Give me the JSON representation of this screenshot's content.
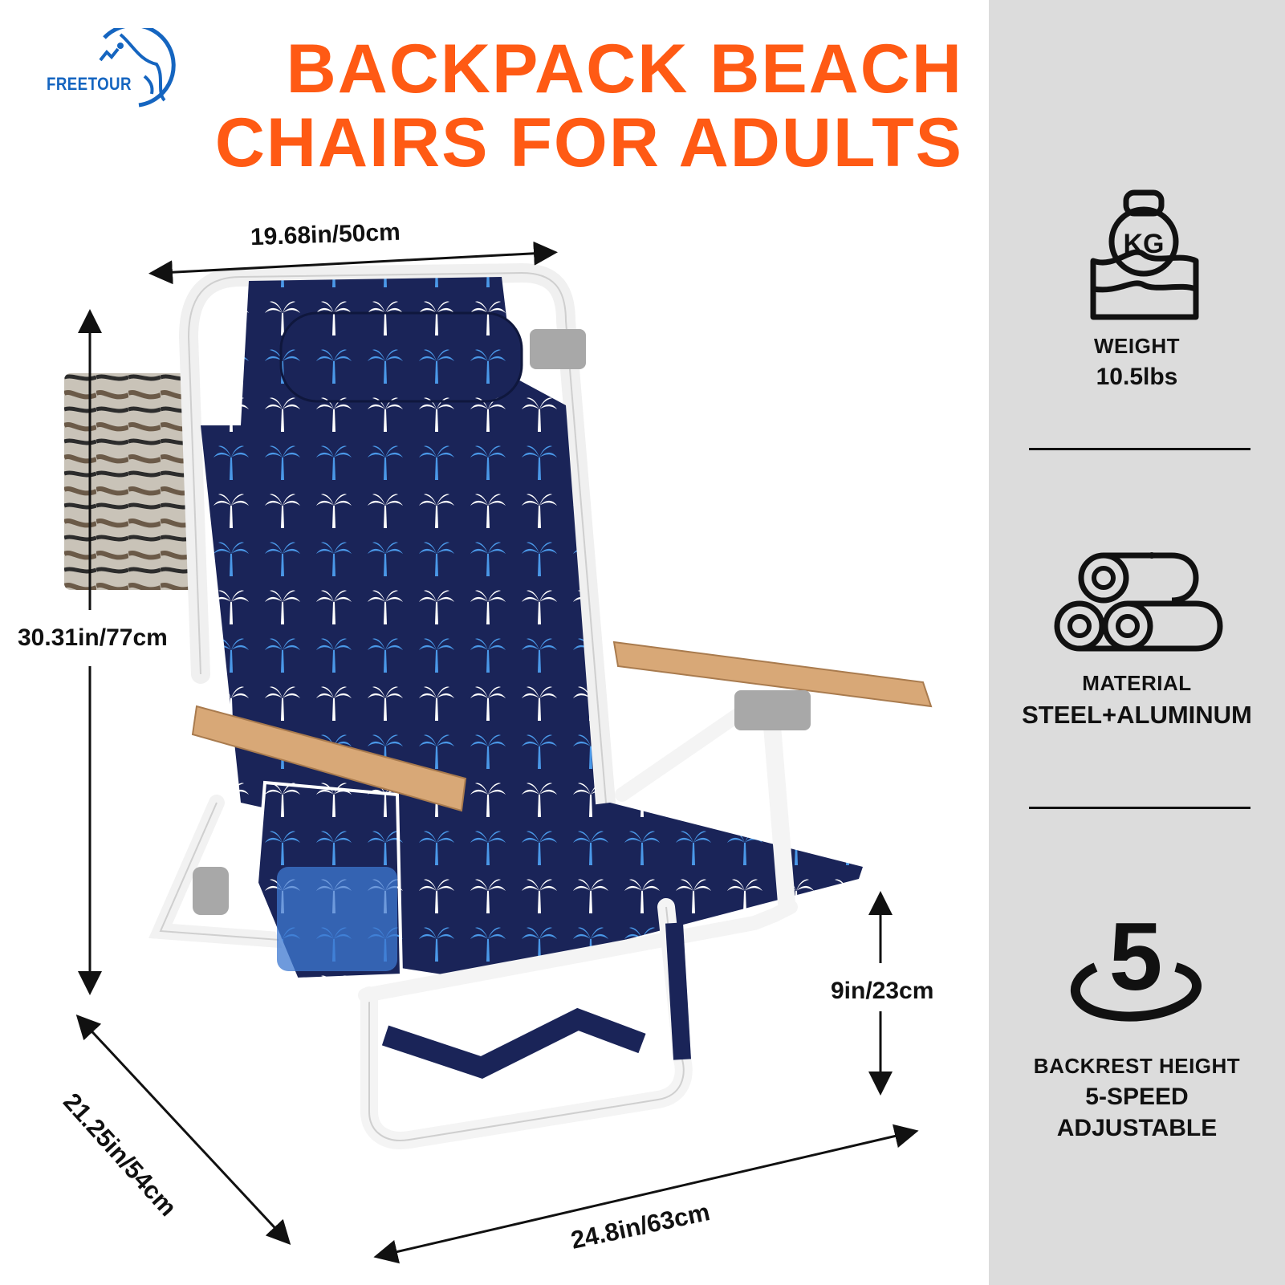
{
  "brand": {
    "logo_text": "FREETOUR",
    "color": "#1565c0"
  },
  "headline": {
    "line1": "BACKPACK BEACH",
    "line2": "CHAIRS FOR ADULTS",
    "color": "#ff5a14"
  },
  "dimensions": {
    "width": "19.68in/50cm",
    "height": "30.31in/77cm",
    "seat_height": "9in/23cm",
    "depth": "21.25in/54cm",
    "length": "24.8in/63cm"
  },
  "specs": [
    {
      "icon": "weight-kg-icon",
      "icon_text": "KG",
      "label": "WEIGHT",
      "value": "10.5lbs"
    },
    {
      "icon": "material-tubes-icon",
      "label": "MATERIAL",
      "value": "STEEL+ALUMINUM"
    },
    {
      "icon": "backrest-adjust-icon",
      "icon_text": "5",
      "label": "BACKREST HEIGHT",
      "value_line1": "5-SPEED",
      "value_line2": "ADJUSTABLE"
    }
  ],
  "colors": {
    "panel_bg": "#dcdcdc",
    "fabric_navy": "#1a2458",
    "fabric_blue": "#3d8ee0",
    "armrest_wood": "#d8a877"
  }
}
